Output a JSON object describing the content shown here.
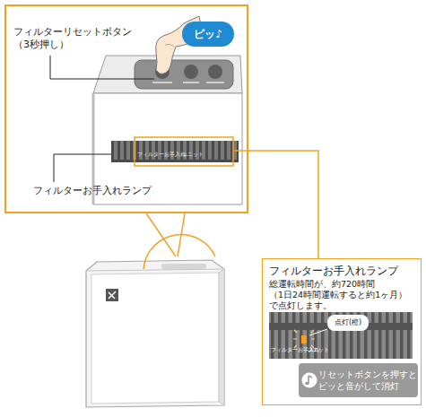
{
  "diagram": {
    "nodes": [
      {
        "text": [
          "フィルターリセットボタン （3秒押し）",
          "フィルターお手入れランプ"
        ]
      },
      {
        "text": [
          "ピッ♪"
        ],
        "in": 0
      },
      {
        "text": [
          "フィルターお手入れランプ",
          "総運転時間が、約720時間 （1日24時間運転すると約1ヶ月） で点灯します。"
        ]
      },
      {
        "text": [
          "点灯(橙)"
        ],
        "in": 2
      },
      {
        "text": [
          "リセットボタンを押すと ピッと音がして消灯"
        ],
        "in": 2
      }
    ],
    "edges": [
      {
        "from": 0,
        "to": 2,
        "arrow": "none"
      }
    ],
    "labels": [
      "フィルターお手入れ",
      "ユニット",
      "フィルターお手入れ",
      "ユニット"
    ]
  }
}
